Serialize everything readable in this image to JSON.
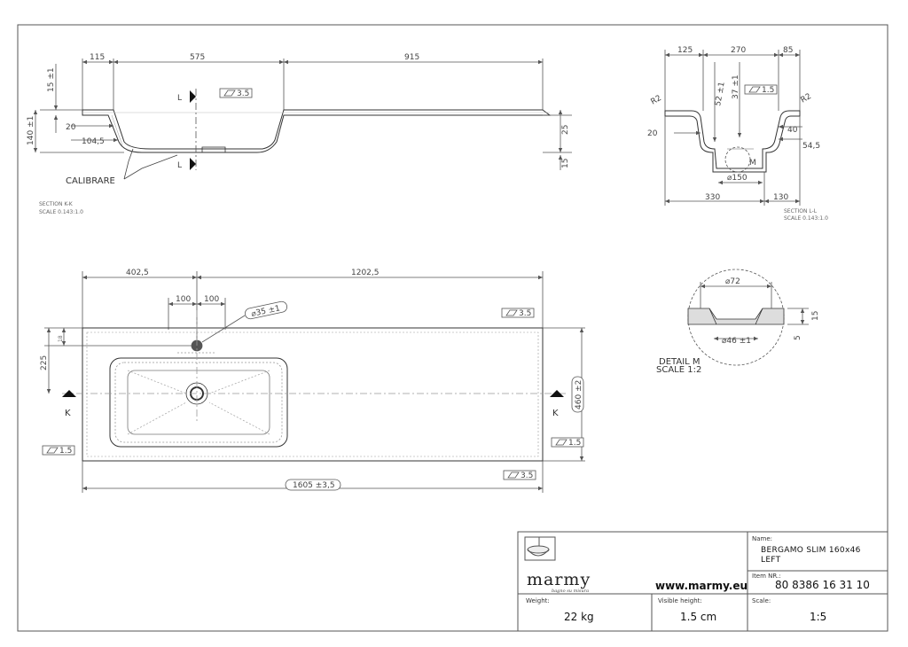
{
  "section_k": {
    "dims": {
      "d115": "115",
      "d575": "575",
      "d915": "915",
      "d15_1": "15 ±1",
      "d140": "140 ±1",
      "d20": "20",
      "d104": "104,5",
      "d25": "25",
      "d15": "15"
    },
    "label_L": "L",
    "calibrare": "CALIBRARE",
    "title": "SECTION K-K",
    "scale": "SCALE 0.143:1.0",
    "flatness": "3.5"
  },
  "section_l": {
    "dims": {
      "d125": "125",
      "d270": "270",
      "d85": "85",
      "d52": "52 ±1",
      "d37": "37 ±1",
      "r2a": "R2",
      "r2b": "R2",
      "d20": "20",
      "d40": "40",
      "d54": "54,5",
      "d150": "⌀150",
      "d330": "330",
      "d130": "130",
      "m": "M"
    },
    "flatness": "1.5",
    "title": "SECTION L-L",
    "scale": "SCALE 0.143:1.0"
  },
  "plan": {
    "dims": {
      "d402": "402,5",
      "d1202": "1202,5",
      "d100a": "100",
      "d100b": "100",
      "d35": "⌀35 ±1",
      "d225": "225",
      "d460": "460 ±2",
      "d1605": "1605 ±3,5",
      "d18": "18"
    },
    "flat_a": "3.5",
    "flat_b": "1.5",
    "flat_c": "1.5",
    "flat_d": "3.5",
    "label_k": "K"
  },
  "detail_m": {
    "d72": "⌀72",
    "d46": "⌀46 ±1",
    "d15": "15",
    "d5": "5",
    "title": "DETAIL M",
    "scale": "SCALE 1:2"
  },
  "title_block": {
    "logo": "marmy",
    "slogan": "bagno su misura",
    "website": "www.marmy.eu",
    "name_label": "Name:",
    "name_line1": "BERGAMO SLIM 160x46",
    "name_line2": "LEFT",
    "item_label": "Item NR.:",
    "item_value": "80 8386 16 31 10",
    "weight_label": "Weight:",
    "weight_value": "22 kg",
    "height_label": "Visible height:",
    "height_value": "1.5 cm",
    "scale_label": "Scale:",
    "scale_value": "1:5"
  }
}
